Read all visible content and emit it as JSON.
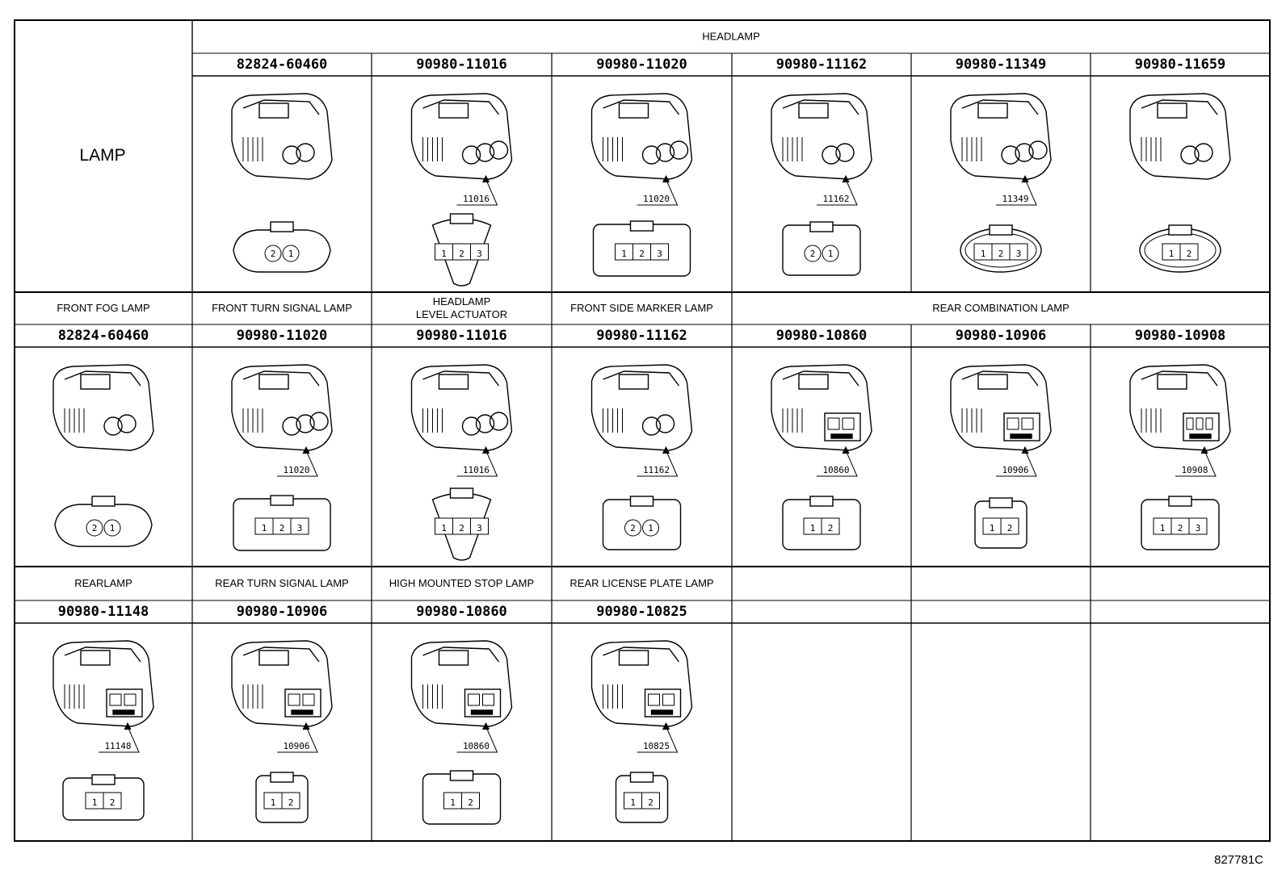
{
  "table": {
    "corner_label": "LAMP",
    "drawing_code": "827781C",
    "sections": [
      {
        "groups": [
          {
            "label": "HEADLAMP",
            "span": 6
          }
        ],
        "parts": [
          {
            "pn": "82824-60460",
            "shape": "hex2",
            "callout": "",
            "pins": [
              "2",
              "1"
            ],
            "icon": "connector-2pin-icon"
          },
          {
            "pn": "90980-11016",
            "shape": "tri3",
            "callout": "11016",
            "pins": [
              "1",
              "2",
              "3"
            ],
            "icon": "connector-3pin-icon"
          },
          {
            "pn": "90980-11020",
            "shape": "flat3",
            "callout": "11020",
            "pins": [
              "1",
              "2",
              "3"
            ],
            "icon": "connector-3pin-icon"
          },
          {
            "pn": "90980-11162",
            "shape": "round2",
            "callout": "11162",
            "pins": [
              "2",
              "1"
            ],
            "icon": "connector-2pin-icon"
          },
          {
            "pn": "90980-11349",
            "shape": "oval3",
            "callout": "11349",
            "pins": [
              "1",
              "2",
              "3"
            ],
            "icon": "connector-3pin-icon"
          },
          {
            "pn": "90980-11659",
            "shape": "oval2",
            "callout": "",
            "pins": [
              "1",
              "2"
            ],
            "icon": "connector-2pin-icon"
          }
        ]
      },
      {
        "groups": [
          {
            "label": "FRONT FOG LAMP",
            "span": 1
          },
          {
            "label": "FRONT TURN SIGNAL LAMP",
            "span": 1
          },
          {
            "label": "HEADLAMP\nLEVEL ACTUATOR",
            "span": 1
          },
          {
            "label": "FRONT SIDE MARKER LAMP",
            "span": 1
          },
          {
            "label": "REAR COMBINATION LAMP",
            "span": 3
          }
        ],
        "parts": [
          {
            "pn": "82824-60460",
            "shape": "hex2",
            "callout": "",
            "pins": [
              "2",
              "1"
            ],
            "icon": "connector-2pin-icon"
          },
          {
            "pn": "90980-11020",
            "shape": "flat3",
            "callout": "11020",
            "pins": [
              "1",
              "2",
              "3"
            ],
            "icon": "connector-3pin-icon"
          },
          {
            "pn": "90980-11016",
            "shape": "tri3",
            "callout": "11016",
            "pins": [
              "1",
              "2",
              "3"
            ],
            "icon": "connector-3pin-icon"
          },
          {
            "pn": "90980-11162",
            "shape": "round2",
            "callout": "11162",
            "pins": [
              "2",
              "1"
            ],
            "icon": "connector-2pin-icon"
          },
          {
            "pn": "90980-10860",
            "shape": "box2",
            "callout": "10860",
            "pins": [
              "1",
              "2"
            ],
            "icon": "connector-2pin-icon"
          },
          {
            "pn": "90980-10906",
            "shape": "box2s",
            "callout": "10906",
            "pins": [
              "1",
              "2"
            ],
            "icon": "connector-2pin-icon"
          },
          {
            "pn": "90980-10908",
            "shape": "box3",
            "callout": "10908",
            "pins": [
              "1",
              "2",
              "3"
            ],
            "icon": "connector-3pin-icon"
          }
        ]
      },
      {
        "groups": [
          {
            "label": "REARLAMP",
            "span": 1
          },
          {
            "label": "REAR TURN SIGNAL LAMP",
            "span": 1
          },
          {
            "label": "HIGH MOUNTED STOP LAMP",
            "span": 1
          },
          {
            "label": "REAR LICENSE PLATE LAMP",
            "span": 1
          },
          {
            "label": "",
            "span": 1
          },
          {
            "label": "",
            "span": 1
          },
          {
            "label": "",
            "span": 1
          }
        ],
        "parts": [
          {
            "pn": "90980-11148",
            "shape": "wide2",
            "callout": "11148",
            "pins": [
              "1",
              "2"
            ],
            "icon": "connector-2pin-icon"
          },
          {
            "pn": "90980-10906",
            "shape": "box2s",
            "callout": "10906",
            "pins": [
              "1",
              "2"
            ],
            "icon": "connector-2pin-icon"
          },
          {
            "pn": "90980-10860",
            "shape": "box2",
            "callout": "10860",
            "pins": [
              "1",
              "2"
            ],
            "icon": "connector-2pin-icon"
          },
          {
            "pn": "90980-10825",
            "shape": "box2s",
            "callout": "10825",
            "pins": [
              "1",
              "2"
            ],
            "icon": "connector-2pin-icon"
          },
          {
            "pn": "",
            "shape": "",
            "callout": "",
            "pins": [],
            "icon": ""
          },
          {
            "pn": "",
            "shape": "",
            "callout": "",
            "pins": [],
            "icon": ""
          },
          {
            "pn": "",
            "shape": "",
            "callout": "",
            "pins": [],
            "icon": ""
          }
        ]
      }
    ]
  }
}
